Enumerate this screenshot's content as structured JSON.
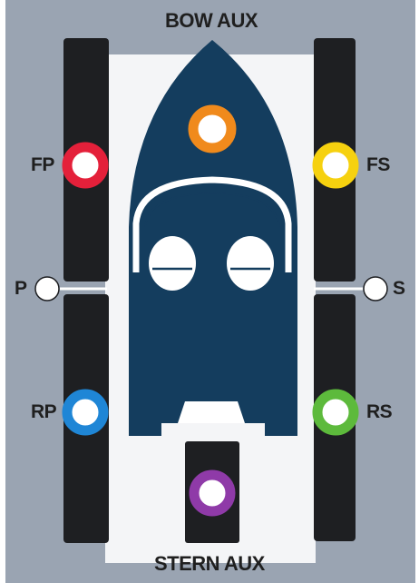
{
  "title": "BOW AUX",
  "footer": "STERN AUX",
  "colors": {
    "background": "#9aa4b2",
    "dock": "#f4f5f7",
    "boat": "#143d5e",
    "pontoon": "#1e1f22",
    "bow_aux": "#f08a1c",
    "forward_port": "#e4203a",
    "forward_starboard": "#f6d10f",
    "rear_port": "#1f86d6",
    "rear_starboard": "#5dba3c",
    "stern_aux": "#8f3aa8",
    "side_marker": "#ffffff"
  },
  "points": [
    {
      "id": "bow-aux",
      "label": "",
      "color": "orange"
    },
    {
      "id": "forward-port",
      "label": "FP",
      "color": "red"
    },
    {
      "id": "forward-starboard",
      "label": "FS",
      "color": "yellow"
    },
    {
      "id": "port",
      "label": "P",
      "color": "white"
    },
    {
      "id": "starboard",
      "label": "S",
      "color": "white"
    },
    {
      "id": "rear-port",
      "label": "RP",
      "color": "blue"
    },
    {
      "id": "rear-starboard",
      "label": "RS",
      "color": "green"
    },
    {
      "id": "stern-aux",
      "label": "",
      "color": "purple"
    }
  ],
  "labels": {
    "fp": "FP",
    "fs": "FS",
    "p": "P",
    "s": "S",
    "rp": "RP",
    "rs": "RS"
  }
}
